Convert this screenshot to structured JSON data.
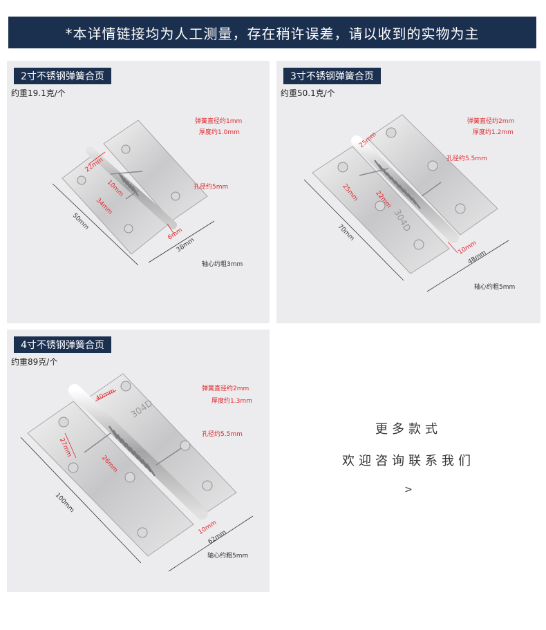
{
  "banner": "*本详情链接均为人工测量，存在稍许误差，请以收到的实物为主",
  "products": [
    {
      "title": "2寸不锈钢弹簧合页",
      "weight": "约重19.1克/个",
      "spring_diameter": "弹簧直径约1mm",
      "thickness": "厚度约1.0mm",
      "hole_diameter": "孔径约5mm",
      "axis": "轴心约粗3mm",
      "length": "50mm",
      "width": "38mm",
      "d1": "22mm",
      "d2": "10mm",
      "d3": "34mm",
      "d4": "6mm"
    },
    {
      "title": "3寸不锈钢弹簧合页",
      "weight": "约重50.1克/个",
      "spring_diameter": "弹簧直径约2mm",
      "thickness": "厚度约1.2mm",
      "hole_diameter": "孔径约5.5mm",
      "axis": "轴心约粗5mm",
      "length": "70mm",
      "width": "48mm",
      "d1": "25mm",
      "d2": "25mm",
      "d3": "22mm",
      "d4": "10mm",
      "stamp": "304D"
    },
    {
      "title": "4寸不锈钢弹簧合页",
      "weight": "约重89克/个",
      "spring_diameter": "弹簧直径约2mm",
      "thickness": "厚度约1.3mm",
      "hole_diameter": "孔径约5.5mm",
      "axis": "轴心约粗5mm",
      "length": "100mm",
      "width": "62mm",
      "d1": "40mm",
      "d2": "27mm",
      "d3": "26mm",
      "d4": "10mm",
      "stamp": "304D"
    }
  ],
  "more": {
    "line1": "更多款式",
    "line2": "欢迎咨询联系我们",
    "arrow": ">"
  },
  "colors": {
    "navy": "#1b2f4f",
    "red": "#e0262b",
    "panel": "#ececee"
  }
}
